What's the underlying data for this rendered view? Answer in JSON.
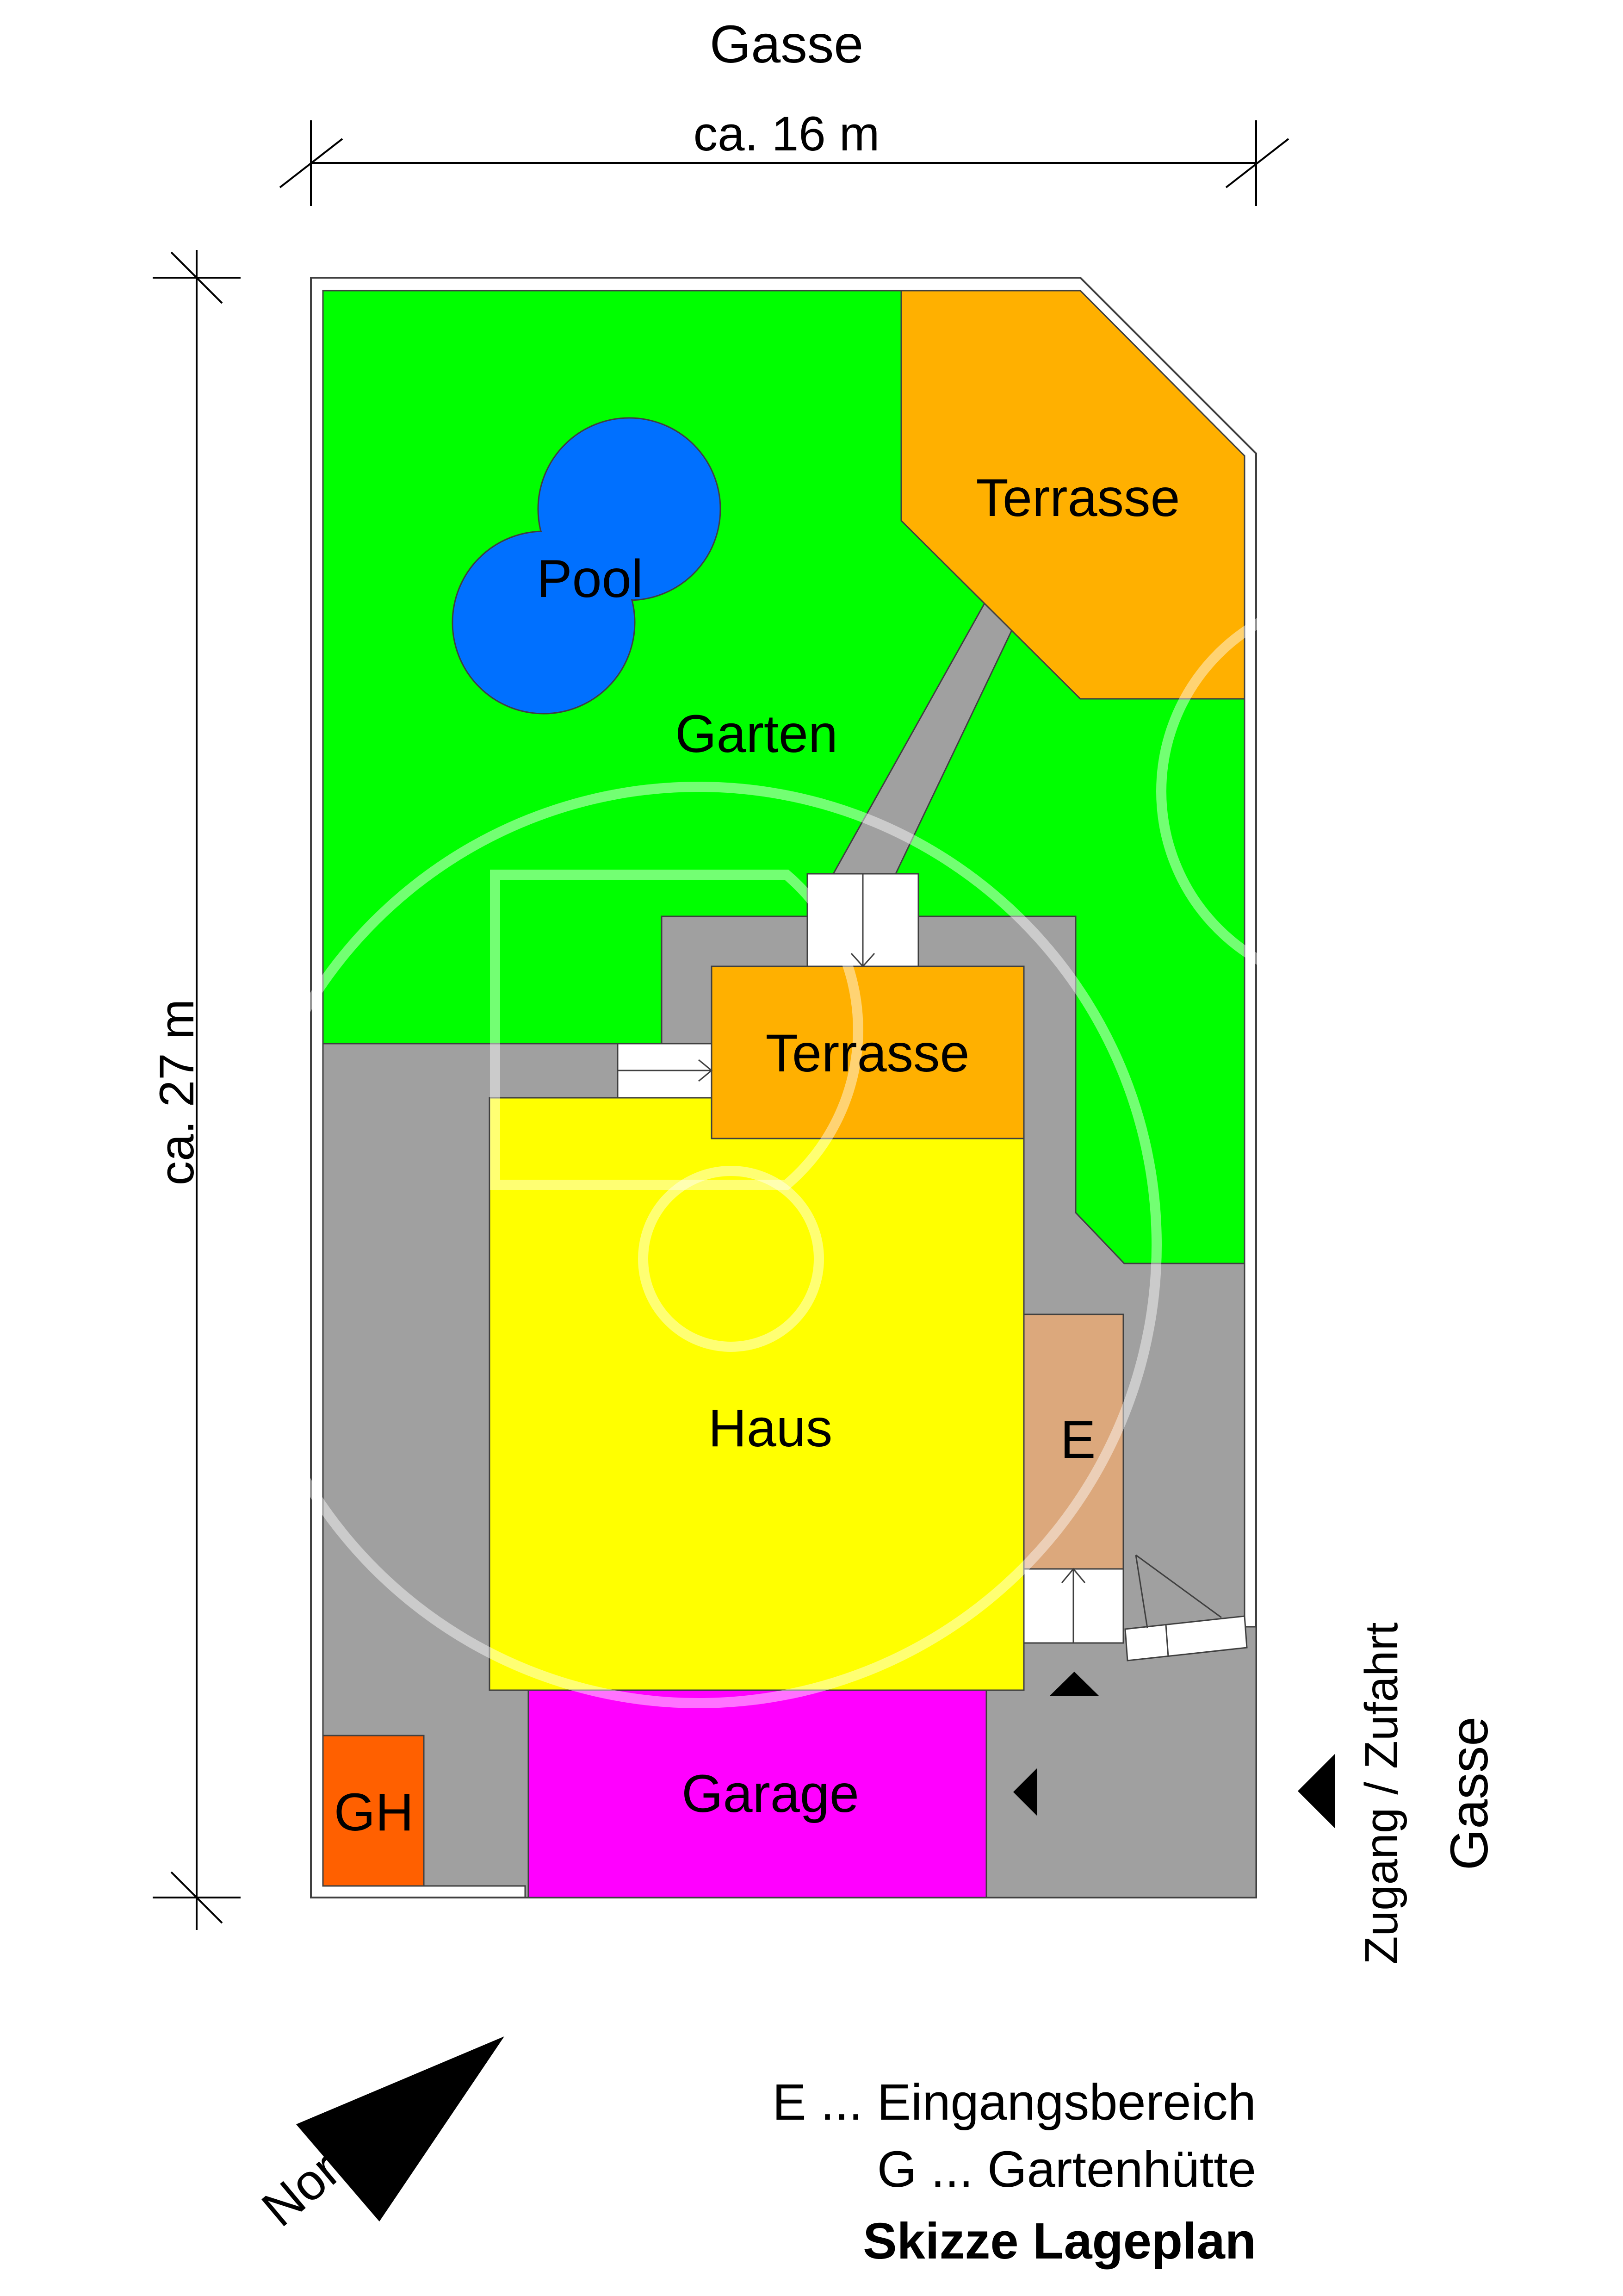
{
  "labels": {
    "gasse_top": "Gasse",
    "width": "ca. 16 m",
    "height": "ca. 27 m",
    "pool": "Pool",
    "terrasse_top": "Terrasse",
    "garten": "Garten",
    "terrasse_house": "Terrasse",
    "haus": "Haus",
    "eingang": "E",
    "garage": "Garage",
    "gartenhuette": "GH",
    "zugang": "Zugang / Zufahrt",
    "gasse_right": "Gasse",
    "norden": "Norden"
  },
  "legend": {
    "line1": "E ... Eingangsbereich",
    "line2": "G ... Gartenhütte",
    "title": "Skizze Lageplan"
  },
  "colors": {
    "garden": "#00ff00",
    "pavement": "#a0a0a0",
    "terrace": "#ffb000",
    "pool": "#0070ff",
    "house": "#ffff00",
    "entrance": "#dca87c",
    "garage": "#ff00ff",
    "shed": "#ff6000"
  }
}
